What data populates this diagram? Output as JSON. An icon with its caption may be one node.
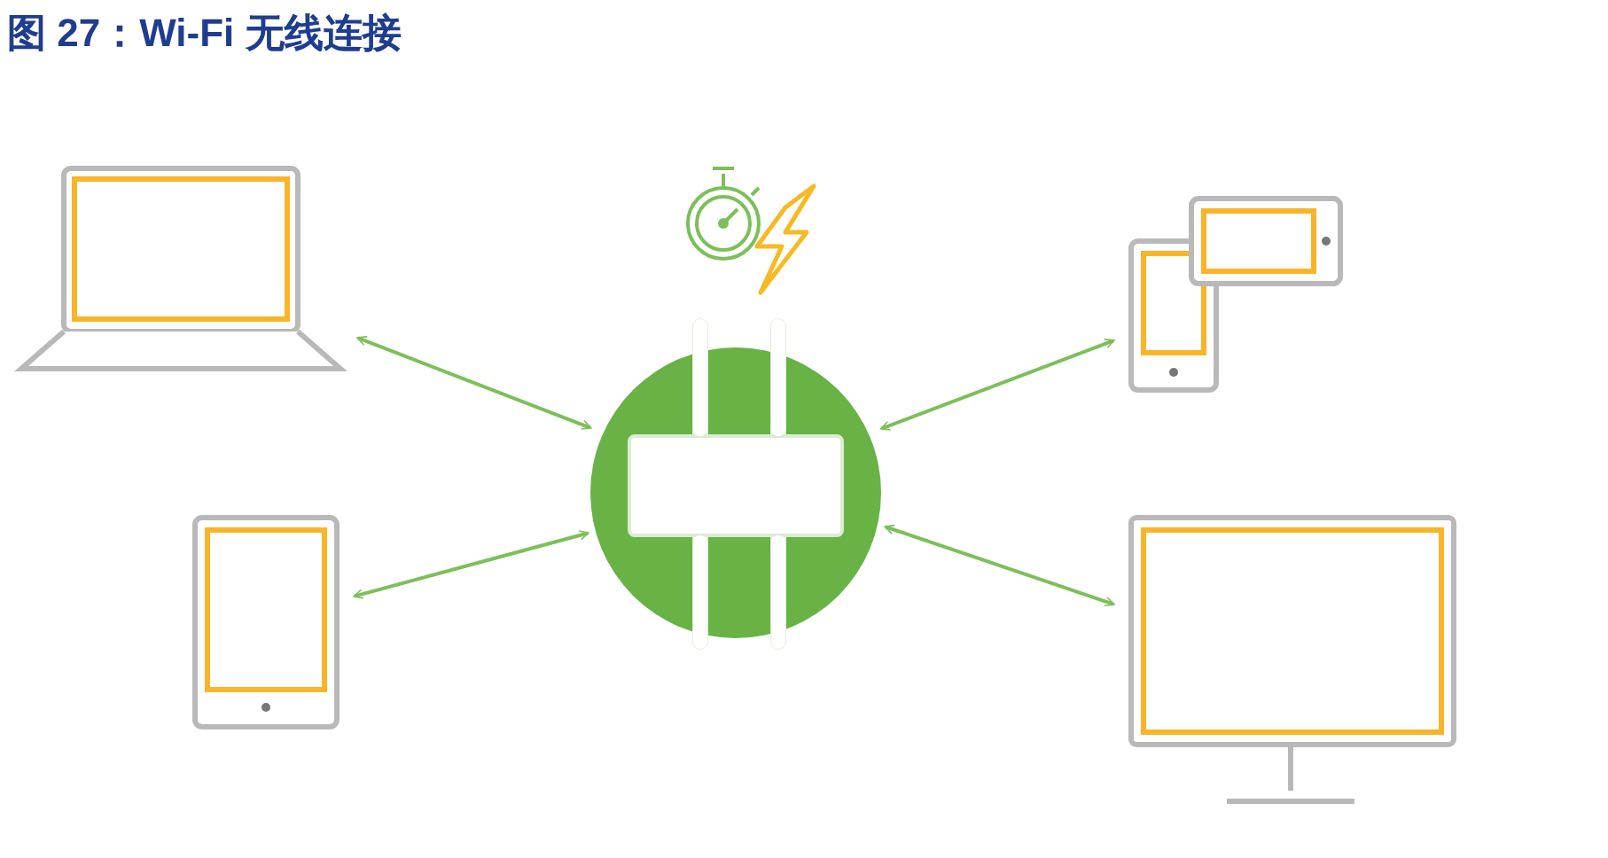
{
  "diagram": {
    "title": "图 27：Wi-Fi 无线连接",
    "nodes": [
      {
        "text": [],
        "shape": "laptop"
      },
      {
        "text": [],
        "shape": "circle"
      },
      {
        "text": [],
        "shape": "phone"
      },
      {
        "text": [],
        "shape": "tablet"
      },
      {
        "text": [],
        "shape": "monitor"
      }
    ],
    "edges": [
      {
        "from": 0,
        "to": 1,
        "arrow": "both"
      },
      {
        "from": 2,
        "to": 1,
        "arrow": "both"
      },
      {
        "from": 3,
        "to": 1,
        "arrow": "both"
      },
      {
        "from": 4,
        "to": 1,
        "arrow": "both"
      }
    ]
  }
}
